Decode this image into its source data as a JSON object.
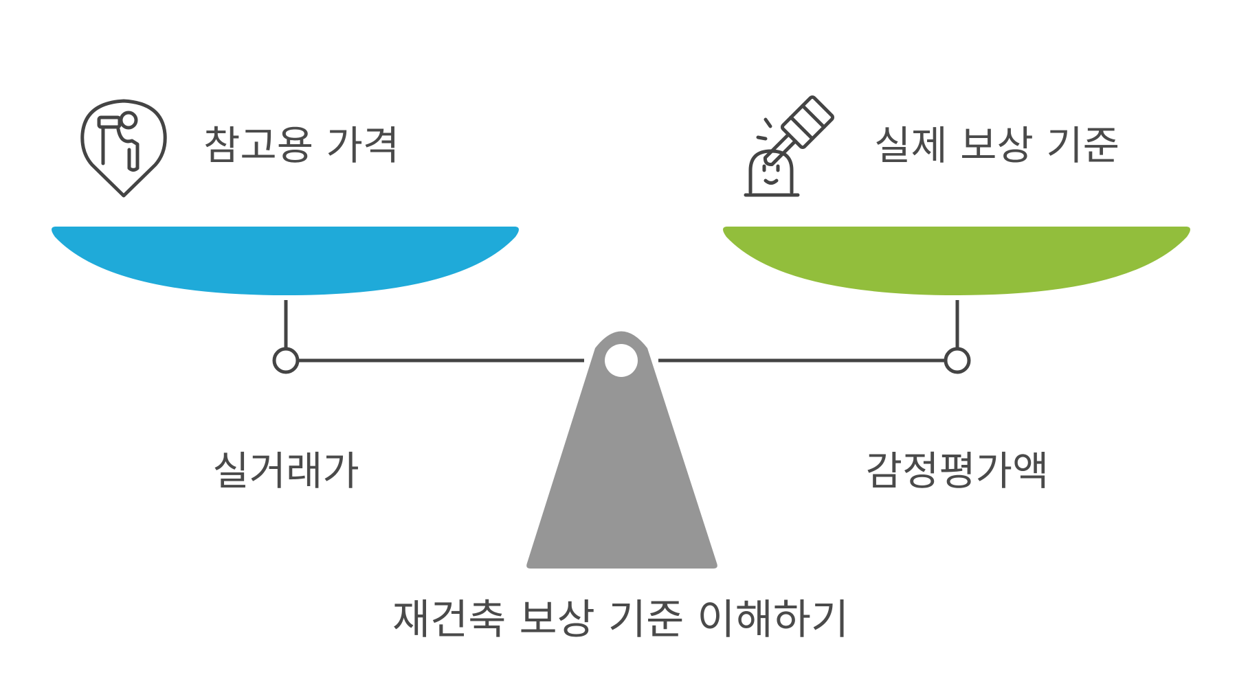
{
  "diagram": {
    "left": {
      "heading": "참고용 가격",
      "value_label": "실거래가",
      "icon": "binoculars-map-pin-icon",
      "pan_color": "#1FAAD9"
    },
    "right": {
      "heading": "실제 보상 기준",
      "value_label": "감정평가액",
      "icon": "gavel-bell-icon",
      "pan_color": "#92BE3C"
    },
    "title": "재건축 보상 기준 이해하기",
    "fulcrum_color": "#969696",
    "line_color": "#444444"
  }
}
